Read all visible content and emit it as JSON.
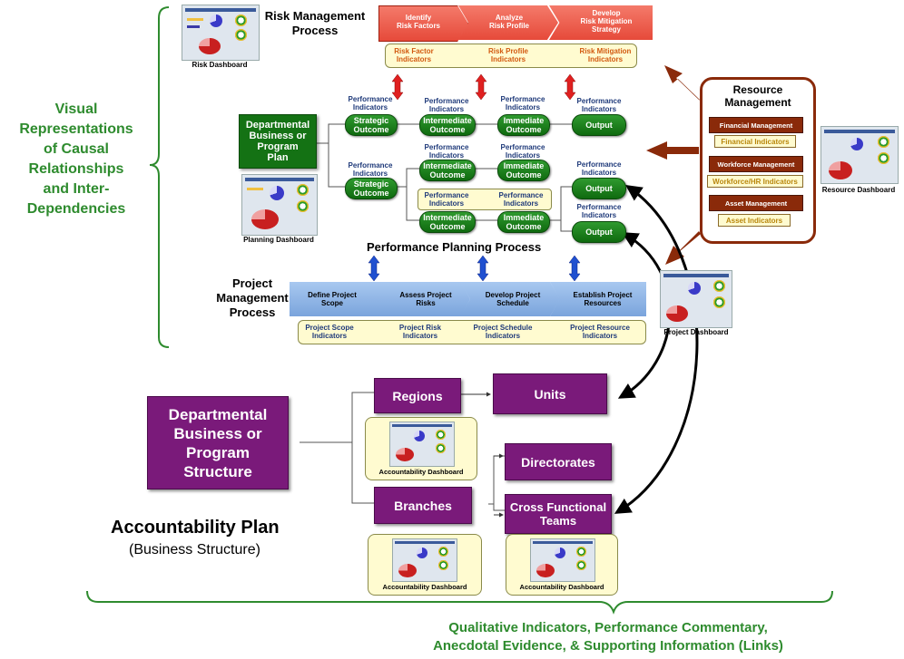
{
  "left_brace_title": [
    "Visual",
    "Representations",
    "of Causal",
    "Relationships",
    "and Inter-",
    "Dependencies"
  ],
  "risk": {
    "title": [
      "Risk Management",
      "Process"
    ],
    "steps": [
      [
        "Identify",
        "Risk Factors"
      ],
      [
        "Analyze",
        "Risk Profile"
      ],
      [
        "Develop",
        "Risk Mitigation",
        "Strategy"
      ]
    ],
    "indicators": [
      [
        "Risk Factor",
        "Indicators"
      ],
      [
        "Risk Profile",
        "Indicators"
      ],
      [
        "Risk Mitigation",
        "Indicators"
      ]
    ],
    "dashboard": "Risk Dashboard"
  },
  "planning": {
    "plan_box": [
      "Departmental",
      "Business or",
      "Program",
      "Plan"
    ],
    "perf_ind": [
      "Performance",
      "Indicators"
    ],
    "strategic": [
      "Strategic",
      "Outcome"
    ],
    "intermediate": [
      "Intermediate",
      "Outcome"
    ],
    "immediate": [
      "Immediate",
      "Outcome"
    ],
    "output": "Output",
    "process_title": "Performance Planning Process",
    "dashboard": "Planning Dashboard"
  },
  "resource": {
    "title": [
      "Resource",
      "Management"
    ],
    "items": [
      "Financial Management",
      "Workforce Management",
      "Asset Management"
    ],
    "indicators": [
      "Financial Indicators",
      "Workforce/HR Indicators",
      "Asset Indicators"
    ],
    "dashboard": "Resource Dashboard"
  },
  "project": {
    "title": [
      "Project",
      "Management",
      "Process"
    ],
    "steps": [
      [
        "Define Project",
        "Scope"
      ],
      [
        "Assess Project",
        "Risks"
      ],
      [
        "Develop Project",
        "Schedule"
      ],
      [
        "Establish Project",
        "Resources"
      ]
    ],
    "indicators": [
      [
        "Project Scope",
        "Indicators"
      ],
      [
        "Project Risk",
        "Indicators"
      ],
      [
        "Project Schedule",
        "Indicators"
      ],
      [
        "Project Resource",
        "Indicators"
      ]
    ],
    "dashboard": "Project Dashboard"
  },
  "accountability": {
    "structure_box": [
      "Departmental",
      "Business or",
      "Program",
      "Structure"
    ],
    "regions": "Regions",
    "units": "Units",
    "branches": "Branches",
    "directorates": "Directorates",
    "cft": [
      "Cross Functional",
      "Teams"
    ],
    "title": "Accountability Plan",
    "subtitle": "(Business Structure)",
    "dashboard": "Accountability Dashboard"
  },
  "bottom_caption": [
    "Qualitative Indicators, Performance Commentary,",
    "Anecdotal  Evidence, & Supporting Information (Links)"
  ],
  "colors": {
    "green": "#2e8b2e",
    "navy": "#1f3a7a",
    "purple": "#7a1a7a",
    "risk_red": "#f05a4a",
    "project_blue": "#8fb4e0",
    "brown": "#8a2a0a"
  }
}
